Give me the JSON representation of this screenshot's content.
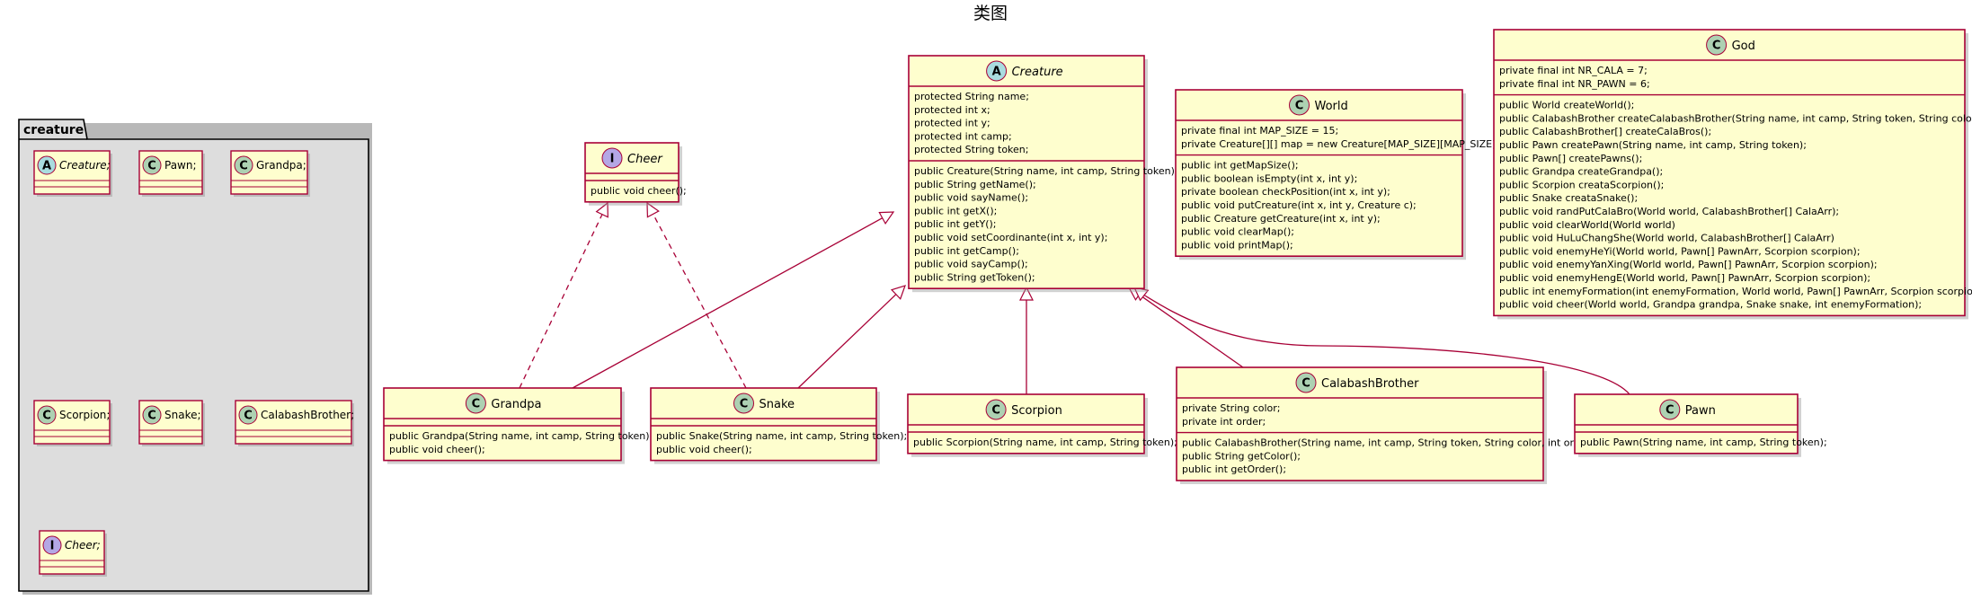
{
  "diagram": {
    "title": "类图",
    "package": {
      "label": "creature",
      "items": [
        {
          "id": "p-creature",
          "kind": "A",
          "label": "Creature;",
          "italic": true
        },
        {
          "id": "p-pawn",
          "kind": "C",
          "label": "Pawn;"
        },
        {
          "id": "p-grandpa",
          "kind": "C",
          "label": "Grandpa;"
        },
        {
          "id": "p-scorpion",
          "kind": "C",
          "label": "Scorpion;"
        },
        {
          "id": "p-snake",
          "kind": "C",
          "label": "Snake;"
        },
        {
          "id": "p-calabash",
          "kind": "C",
          "label": "CalabashBrother;"
        },
        {
          "id": "p-cheer",
          "kind": "I",
          "label": "Cheer;",
          "italic": true
        }
      ]
    },
    "classes": [
      {
        "id": "creature",
        "kind": "A",
        "name": "Creature",
        "italic": true,
        "fields": [
          "protected String name;",
          "protected int x;",
          "protected int y;",
          "protected int camp;",
          "protected String token;"
        ],
        "methods": [
          "public Creature(String name, int camp, String token);",
          "public String getName();",
          "public void sayName();",
          "public int getX();",
          "public int getY();",
          "public void setCoordinante(int x, int y);",
          "public int getCamp();",
          "public void sayCamp();",
          "public String getToken();"
        ]
      },
      {
        "id": "cheer",
        "kind": "I",
        "name": "Cheer",
        "italic": true,
        "fields": [],
        "methods": [
          "public void cheer();"
        ]
      },
      {
        "id": "world",
        "kind": "C",
        "name": "World",
        "fields": [
          "private final int MAP_SIZE = 15;",
          "private Creature[][] map = new Creature[MAP_SIZE][MAP_SIZE];"
        ],
        "methods": [
          "public int getMapSize();",
          "public boolean isEmpty(int x, int y);",
          "private boolean checkPosition(int x, int y);",
          "public void putCreature(int x, int y, Creature c);",
          "public Creature getCreature(int x, int y);",
          "public void clearMap();",
          "public void printMap();"
        ]
      },
      {
        "id": "god",
        "kind": "C",
        "name": "God",
        "fields": [
          "private final int NR_CALA = 7;",
          "private final int NR_PAWN = 6;"
        ],
        "methods": [
          "public World createWorld();",
          "public CalabashBrother createCalabashBrother(String name, int camp, String token, String color, int order);",
          "public CalabashBrother[] createCalaBros();",
          "public Pawn createPawn(String name, int camp, String token);",
          "public Pawn[] createPawns();",
          "public Grandpa createGrandpa();",
          "public Scorpion creataScorpion();",
          "public Snake creataSnake();",
          "public void randPutCalaBro(World world, CalabashBrother[] CalaArr);",
          "public void clearWorld(World world)",
          "public void HuLuChangShe(World world, CalabashBrother[] CalaArr)",
          "public void enemyHeYi(World world, Pawn[] PawnArr, Scorpion scorpion);",
          "public void enemyYanXing(World world, Pawn[] PawnArr, Scorpion scorpion);",
          "public void enemyHengE(World world, Pawn[] PawnArr, Scorpion scorpion);",
          "public int enemyFormation(int enemyFormation, World world, Pawn[] PawnArr, Scorpion scorpion);",
          "public void cheer(World world, Grandpa grandpa, Snake snake, int enemyFormation);"
        ]
      },
      {
        "id": "grandpa",
        "kind": "C",
        "name": "Grandpa",
        "fields": [],
        "methods": [
          "public Grandpa(String name, int camp, String token);",
          "public void cheer();"
        ]
      },
      {
        "id": "snake",
        "kind": "C",
        "name": "Snake",
        "fields": [],
        "methods": [
          "public Snake(String name, int camp, String token);",
          "public void cheer();"
        ]
      },
      {
        "id": "scorpion",
        "kind": "C",
        "name": "Scorpion",
        "fields": [],
        "methods": [
          "public Scorpion(String name, int camp, String token);"
        ]
      },
      {
        "id": "calabash",
        "kind": "C",
        "name": "CalabashBrother",
        "fields": [
          "private String color;",
          "private int order;"
        ],
        "methods": [
          "public CalabashBrother(String name, int camp, String token, String color, int order);",
          "public String getColor();",
          "public int getOrder();"
        ]
      },
      {
        "id": "pawn",
        "kind": "C",
        "name": "Pawn",
        "fields": [],
        "methods": [
          "public Pawn(String name, int camp, String token);"
        ]
      }
    ],
    "relations": [
      {
        "type": "realization",
        "from": "grandpa",
        "to": "cheer"
      },
      {
        "type": "realization",
        "from": "snake",
        "to": "cheer"
      },
      {
        "type": "generalization",
        "from": "grandpa",
        "to": "creature"
      },
      {
        "type": "generalization",
        "from": "snake",
        "to": "creature"
      },
      {
        "type": "generalization",
        "from": "scorpion",
        "to": "creature"
      },
      {
        "type": "generalization",
        "from": "calabash",
        "to": "creature"
      },
      {
        "type": "generalization",
        "from": "pawn",
        "to": "creature"
      }
    ],
    "colors": {
      "class_fill": "#FEFECE",
      "class_border": "#A80036",
      "package_fill": "#DDDDDD",
      "package_border": "#000000",
      "edge": "#A80036",
      "badge_class": "#ADD1B2",
      "badge_abstract": "#A9DCDF",
      "badge_interface": "#B4A7E5"
    }
  }
}
